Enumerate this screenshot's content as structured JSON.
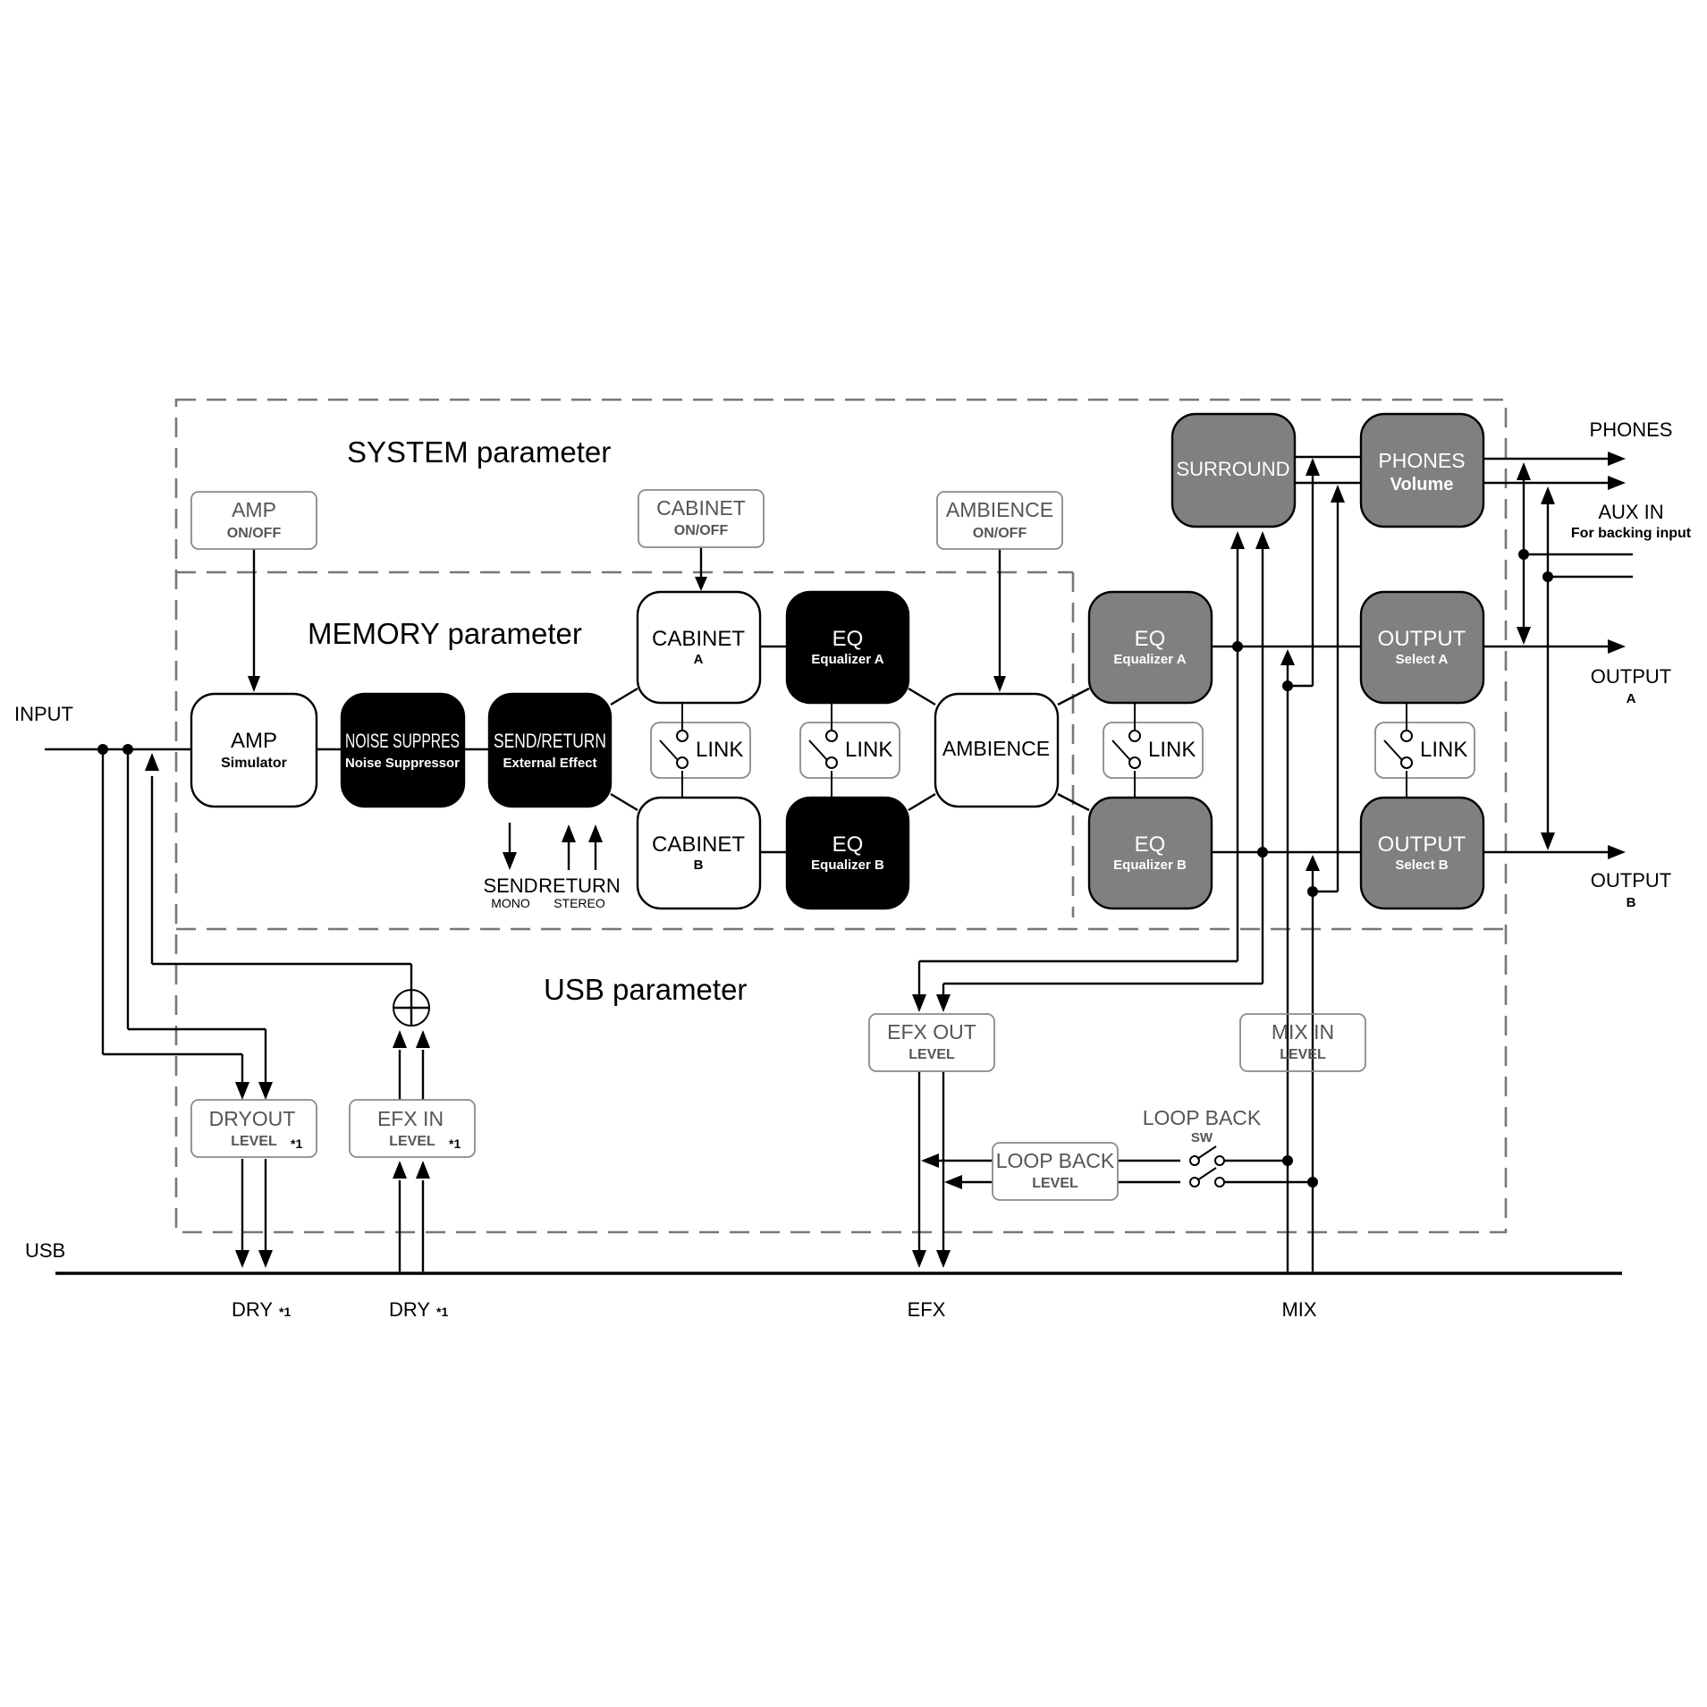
{
  "colors": {
    "white_block": "#ffffff",
    "black_block": "#000000",
    "gray_block": "#808080",
    "param_border": "#8a8a8a",
    "dashed_border": "#777777"
  },
  "regions": {
    "system": "SYSTEM parameter",
    "memory": "MEMORY parameter",
    "usb": "USB parameter"
  },
  "params": {
    "amp_onoff": {
      "title": "AMP",
      "sub": "ON/OFF"
    },
    "cabinet_onoff": {
      "title": "CABINET",
      "sub": "ON/OFF"
    },
    "ambience_onoff": {
      "title": "AMBIENCE",
      "sub": "ON/OFF"
    },
    "dryout_level": {
      "title": "DRYOUT",
      "sub": "LEVEL",
      "note": "*1"
    },
    "efx_in_level": {
      "title": "EFX IN",
      "sub": "LEVEL",
      "note": "*1"
    },
    "efx_out_level": {
      "title": "EFX OUT",
      "sub": "LEVEL"
    },
    "mix_in_level": {
      "title": "MIX IN",
      "sub": "LEVEL"
    },
    "loop_back_level": {
      "title": "LOOP BACK",
      "sub": "LEVEL"
    }
  },
  "blocks": {
    "amp": {
      "title": "AMP",
      "sub": "Simulator"
    },
    "noise": {
      "title": "NOISE SUPPRES",
      "sub": "Noise Suppressor"
    },
    "send_return": {
      "title": "SEND/RETURN",
      "sub": "External Effect"
    },
    "cabinet_a": {
      "title": "CABINET",
      "sub": "A"
    },
    "cabinet_b": {
      "title": "CABINET",
      "sub": "B"
    },
    "eq_a1": {
      "title": "EQ",
      "sub": "Equalizer A"
    },
    "eq_b1": {
      "title": "EQ",
      "sub": "Equalizer B"
    },
    "ambience": {
      "title": "AMBIENCE"
    },
    "eq_a2": {
      "title": "EQ",
      "sub": "Equalizer A"
    },
    "eq_b2": {
      "title": "EQ",
      "sub": "Equalizer B"
    },
    "surround": {
      "title": "SURROUND"
    },
    "phones": {
      "title": "PHONES",
      "sub": "Volume"
    },
    "output_a": {
      "title": "OUTPUT",
      "sub": "Select A"
    },
    "output_b": {
      "title": "OUTPUT",
      "sub": "Select B"
    }
  },
  "link_label": "LINK",
  "labels": {
    "input": "INPUT",
    "usb": "USB",
    "phones": "PHONES",
    "aux_in": "AUX IN",
    "aux_in_sub": "For backing input",
    "output": "OUTPUT",
    "output_a_sub": "A",
    "output_b_sub": "B",
    "send": "SEND",
    "send_sub": "MONO",
    "return": "RETURN",
    "return_sub": "STEREO",
    "loop_back_sw": "LOOP BACK",
    "loop_back_sw_sub": "SW",
    "dry1": "DRY",
    "dry2": "DRY",
    "note": "*1",
    "efx": "EFX",
    "mix": "MIX"
  }
}
